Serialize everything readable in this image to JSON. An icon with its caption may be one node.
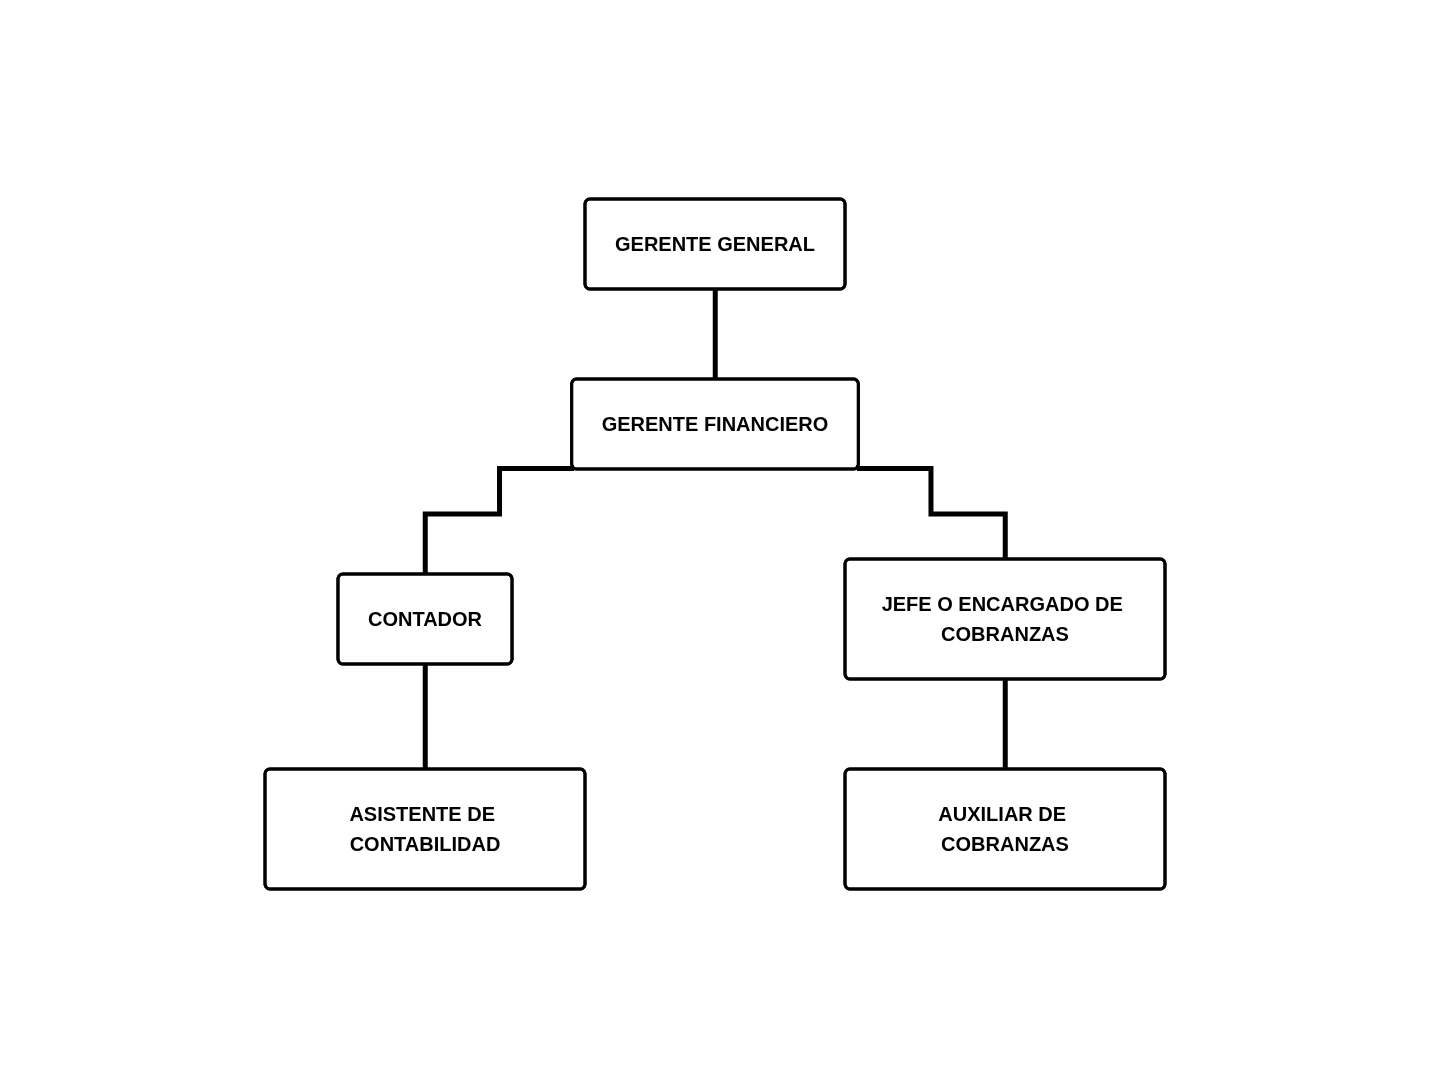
{
  "diagram": {
    "nodes": [
      {
        "text": [
          "GERENTE GENERAL"
        ]
      },
      {
        "text": [
          "GERENTE FINANCIERO"
        ]
      },
      {
        "text": [
          "CONTADOR"
        ]
      },
      {
        "text": [
          "JEFE O ENCARGADO DE COBRANZAS"
        ]
      },
      {
        "text": [
          "ASISTENTE DE CONTABILIDAD"
        ]
      },
      {
        "text": [
          "AUXILIAR DE COBRANZAS"
        ]
      }
    ],
    "edges": [
      {
        "from": 0,
        "to": 1,
        "arrow": "none"
      },
      {
        "from": 1,
        "to": 2,
        "arrow": "none"
      },
      {
        "from": 1,
        "to": 3,
        "arrow": "none"
      },
      {
        "from": 2,
        "to": 4,
        "arrow": "none"
      },
      {
        "from": 3,
        "to": 5,
        "arrow": "none"
      }
    ]
  }
}
